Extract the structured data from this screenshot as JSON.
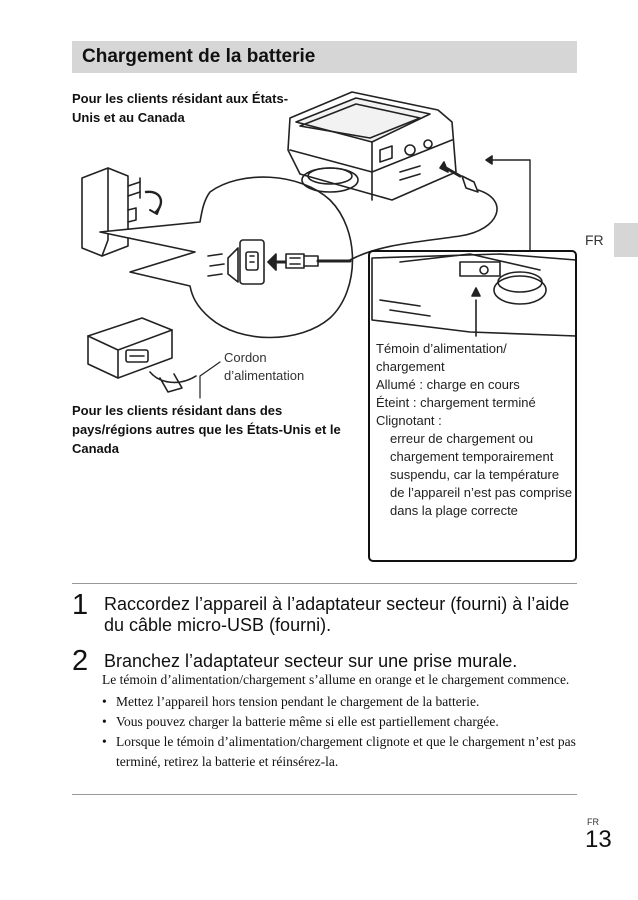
{
  "section_title": "Chargement de la batterie",
  "side_tab": "FR",
  "captions": {
    "us_canada": "Pour les clients résidant aux États-Unis et au Canada",
    "other_countries": "Pour les clients résidant dans des pays/régions autres que les États-Unis et le Canada",
    "power_cord": "Cordon d’alimentation"
  },
  "indicator_box": {
    "heading": "Témoin d’alimentation/ chargement",
    "lines": [
      "Allumé : charge en cours",
      "Éteint : chargement terminé",
      "Clignotant :"
    ],
    "blinking_detail": "erreur de chargement ou chargement temporairement suspendu, car la température de l’appareil n’est pas comprise dans la plage correcte"
  },
  "steps": [
    {
      "number": "1",
      "title": "Raccordez l’appareil à l’adaptateur secteur (fourni) à l’aide du câble micro-USB (fourni)."
    },
    {
      "number": "2",
      "title": "Branchez l’adaptateur secteur sur une prise murale.",
      "body": "Le témoin d’alimentation/chargement s’allume en orange et le chargement commence.",
      "bullets": [
        "Mettez l’appareil hors tension pendant le chargement de la batterie.",
        "Vous pouvez charger la batterie même si elle est partiellement chargée.",
        "Lorsque le témoin d’alimentation/chargement clignote et que le chargement n’est pas terminé, retirez la batterie et réinsérez-la."
      ]
    }
  ],
  "footer": {
    "lang": "FR",
    "page_number": "13"
  }
}
